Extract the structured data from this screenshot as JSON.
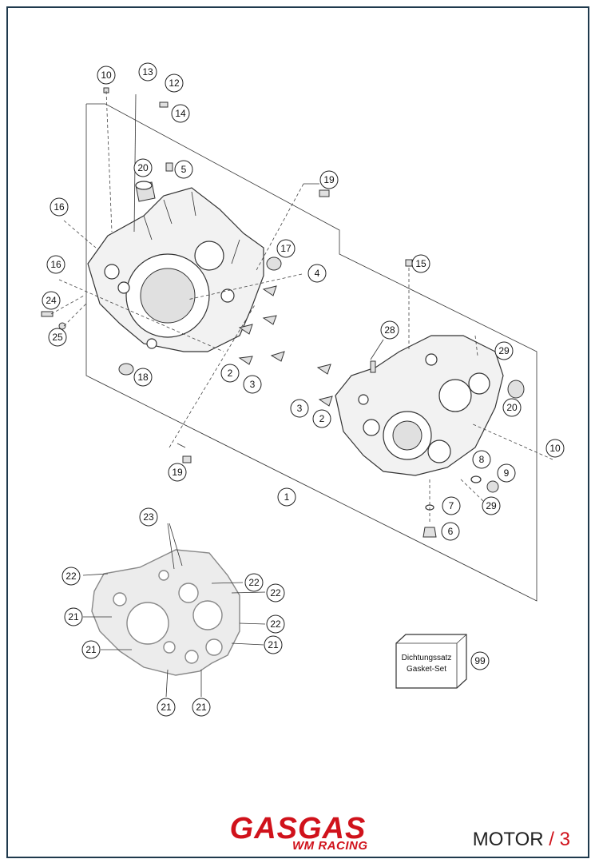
{
  "section": {
    "name": "MOTOR",
    "separator": "/",
    "number": "3"
  },
  "brand": {
    "main": "GASGAS",
    "sub": "WM RACING",
    "color": "#d0121b"
  },
  "gasket_set": {
    "line1": "Dichtungssatz",
    "line2": "Gasket-Set",
    "callout": "99"
  },
  "callouts": [
    {
      "label": "10"
    },
    {
      "label": "13"
    },
    {
      "label": "12"
    },
    {
      "label": "14"
    },
    {
      "label": "20"
    },
    {
      "label": "5"
    },
    {
      "label": "19"
    },
    {
      "label": "16"
    },
    {
      "label": "17"
    },
    {
      "label": "4"
    },
    {
      "label": "16"
    },
    {
      "label": "24"
    },
    {
      "label": "25"
    },
    {
      "label": "18"
    },
    {
      "label": "2"
    },
    {
      "label": "3"
    },
    {
      "label": "15"
    },
    {
      "label": "28"
    },
    {
      "label": "29"
    },
    {
      "label": "20"
    },
    {
      "label": "3"
    },
    {
      "label": "2"
    },
    {
      "label": "10"
    },
    {
      "label": "8"
    },
    {
      "label": "9"
    },
    {
      "label": "29"
    },
    {
      "label": "7"
    },
    {
      "label": "6"
    },
    {
      "label": "19"
    },
    {
      "label": "1"
    },
    {
      "label": "23"
    },
    {
      "label": "22"
    },
    {
      "label": "22"
    },
    {
      "label": "22"
    },
    {
      "label": "22"
    },
    {
      "label": "21"
    },
    {
      "label": "21"
    },
    {
      "label": "21"
    },
    {
      "label": "21"
    },
    {
      "label": "21"
    }
  ]
}
